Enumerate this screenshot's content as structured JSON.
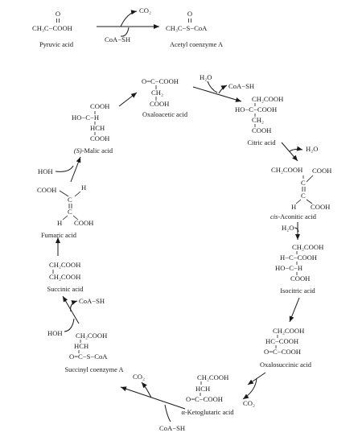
{
  "title_reaction": {
    "pyruvic": {
      "carbonyl_o": "O",
      "formula": "CH₃C−COOH",
      "label": "Pyruvic acid"
    },
    "co2": "CO₂",
    "coash": "CoA−SH",
    "acetyl": {
      "carbonyl_o": "O",
      "formula": "CH₃C−S−CoA",
      "label": "Acetyl coenzyme A"
    }
  },
  "cycle": {
    "oxaloacetic": {
      "lines": [
        "O=C−COOH",
        "CH₂",
        "COOH"
      ],
      "label": "Oxaloacetic acid"
    },
    "citric": {
      "lines": [
        "CH₂COOH",
        "HO−C−COOH",
        "CH₂",
        "COOH"
      ],
      "label": "Citric acid"
    },
    "cis_aconitic": {
      "lines": [
        "CH₂COOH",
        "COOH",
        "C",
        "C",
        "H",
        "COOH"
      ],
      "label_italic": "cis",
      "label_rest": "-Aconitic acid"
    },
    "isocitric": {
      "lines": [
        "CH₂COOH",
        "H−C−COOH",
        "HO−C−H",
        "COOH"
      ],
      "label": "Isocitric acid"
    },
    "oxalosuccinic": {
      "lines": [
        "CH₂COOH",
        "HC−COOH",
        "O=C−COOH"
      ],
      "label": "Oxalosuccinic acid"
    },
    "ketoglutaric": {
      "lines": [
        "CH₂COOH",
        "HCH",
        "O=C−COOH"
      ],
      "label": "α-Ketoglutaric acid"
    },
    "succinyl_coa": {
      "lines": [
        "CH₂COOH",
        "HCH",
        "O=C−S−CoA"
      ],
      "label": "Succinyl coenzyme A"
    },
    "succinic": {
      "lines": [
        "CH₂COOH",
        "CH₂COOH"
      ],
      "label": "Succinic acid"
    },
    "fumaric": {
      "lines": [
        "COOH",
        "H",
        "C",
        "C",
        "H",
        "COOH"
      ],
      "label": "Fumaric acid"
    },
    "malic": {
      "lines": [
        "COOH",
        "HO−C−H",
        "HCH",
        "COOH"
      ],
      "label_italic": "(S)",
      "label_rest": "-Malic acid"
    }
  },
  "reagents": {
    "h2o_in_citrate": "H₂O",
    "coash_out_citrate": "CoA−SH",
    "h2o_out_aconitase": "H₂O",
    "h2o_in_aconitase": "H₂O",
    "co2_out_decarb": "CO₂",
    "coash_ketoglutarate": "CoA−SH",
    "co2_ketoglutarate": "CO₂",
    "hoh_succinyl": "HOH",
    "coash_succinyl": "CoA−SH",
    "hoh_fumarase": "HOH"
  }
}
